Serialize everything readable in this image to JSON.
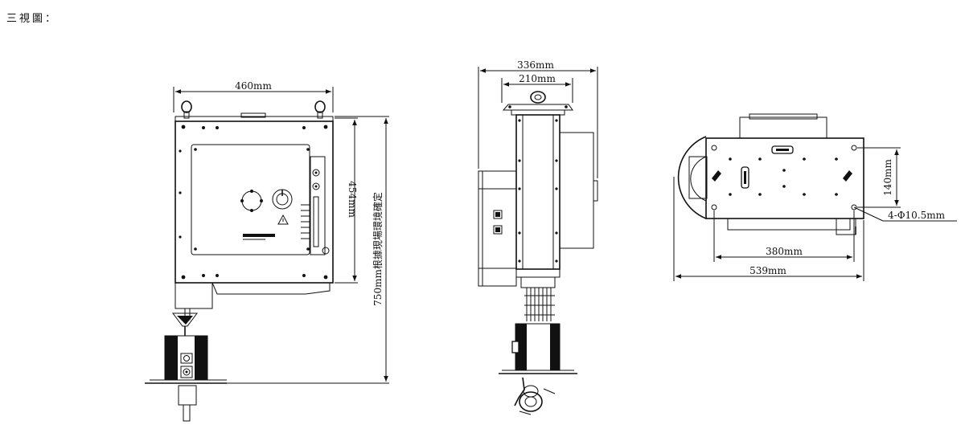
{
  "heading": "三視圖：",
  "front_view": {
    "width_label": "460mm",
    "height_label": "454mm",
    "total_height_label": "750mm根據現場環境確定"
  },
  "side_view": {
    "outer_width_label": "336mm",
    "inner_width_label": "210mm"
  },
  "top_view": {
    "hole_spacing_v_label": "140mm",
    "hole_spacing_h_label": "380mm",
    "overall_width_label": "539mm",
    "hole_spec_label": "4-Φ10.5mm"
  }
}
